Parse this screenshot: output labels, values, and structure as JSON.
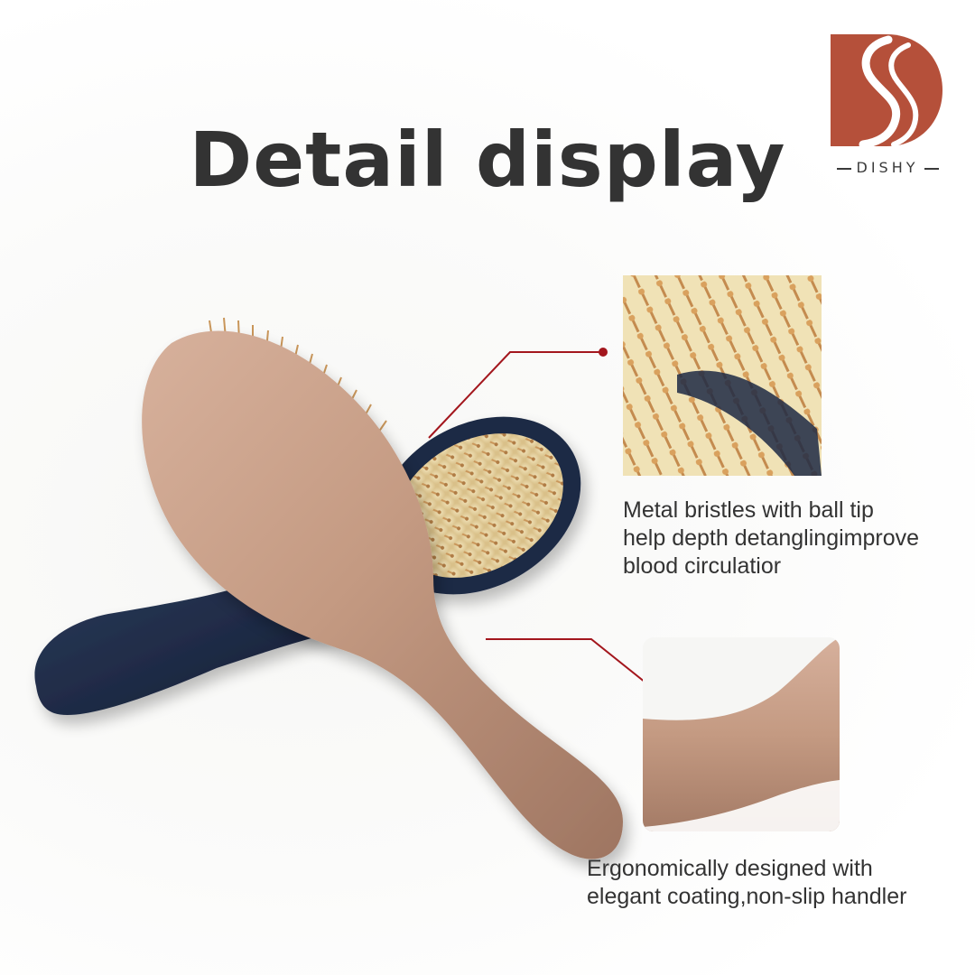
{
  "header": {
    "title": "Detail display"
  },
  "brand": {
    "name": "DISHY",
    "color": "#b5503a"
  },
  "features": [
    {
      "lines": [
        "Metal bristles with ball tip",
        "help depth detanglingimprove",
        "blood circulatior"
      ]
    },
    {
      "lines": [
        "Ergonomically designed with",
        "elegant coating,non-slip handler"
      ]
    }
  ],
  "colors": {
    "accent_line": "#a3161d",
    "rose_gold": "#c49a82",
    "navy": "#1f2b45",
    "bristle_gold": "#c9965a",
    "cushion": "#e9d8a8",
    "text": "#333333"
  }
}
